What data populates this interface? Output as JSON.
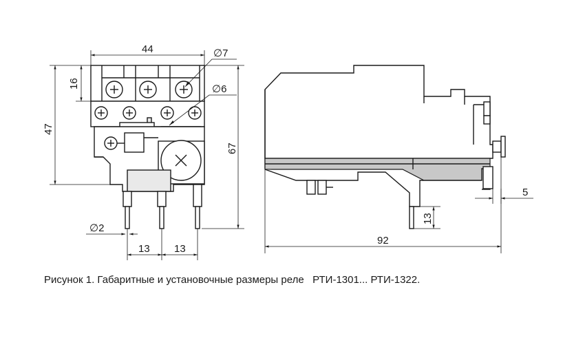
{
  "front_view": {
    "dim_width": "44",
    "dim_height_total": "47",
    "dim_terminal_height": "16",
    "dim_screw_7": "∅7",
    "dim_screw_6": "∅6",
    "dim_pin": "∅2",
    "dim_pin_pitch_left": "13",
    "dim_pin_pitch_right": "13",
    "dim_height_with_pins": "67"
  },
  "side_view": {
    "dim_length": "92",
    "dim_offset": "5",
    "dim_pin_length": "13"
  },
  "caption": {
    "text": "Рисунок 1. Габаритные и установочные размеры реле   РТИ-1301... РТИ-1322."
  }
}
